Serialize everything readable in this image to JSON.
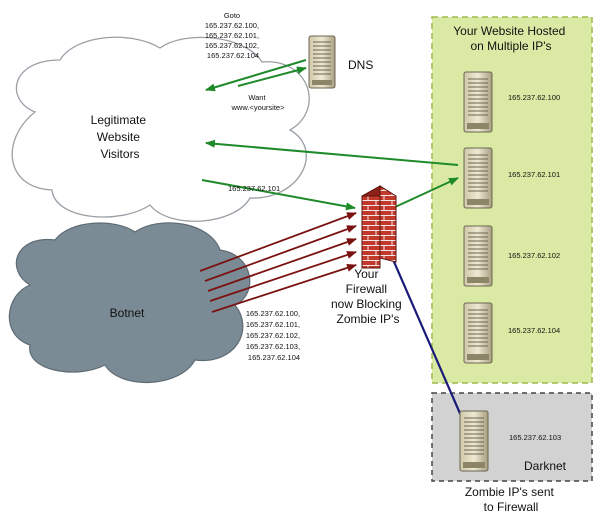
{
  "labels": {
    "dns": "DNS",
    "goto_lines": [
      "Goto",
      "165.237.62.100,",
      "165.237.62.101,",
      "165.237.62.102,",
      "165.237.62.104"
    ],
    "want_lines": [
      "Want",
      "www.<yoursite>"
    ],
    "visitors_lines": [
      "Legitimate",
      "Website",
      "Visitors"
    ],
    "visitor_ip": "165.237.62.101",
    "botnet": "Botnet",
    "botnet_ips": [
      "165.237.62.100,",
      "165.237.62.101,",
      "165.237.62.102,",
      "165.237.62.103,",
      "165.237.62.104"
    ],
    "firewall_lines": [
      "Your",
      "Firewall",
      "now Blocking",
      "Zombie IP's"
    ],
    "hosted_lines": [
      "Your Website Hosted",
      "on Multiple IP's"
    ],
    "servers": [
      "165.237.62.100",
      "165.237.62.101",
      "165.237.62.102",
      "165.237.62.104"
    ],
    "darknet_server": "165.237.62.103",
    "darknet": "Darknet",
    "zombie_lines": [
      "Zombie IP's sent",
      "to Firewall"
    ]
  },
  "colors": {
    "hosted_zone": "#daeaa4",
    "hosted_border": "#9cbc4a",
    "darknet_zone": "#d2d2d2",
    "green_arrow": "#1f8a2a",
    "botnet_arrow": "#7a1212",
    "blue_arrow": "#1a1a78",
    "botnet_cloud": "#7b8b95",
    "brick": "#c0392b"
  }
}
